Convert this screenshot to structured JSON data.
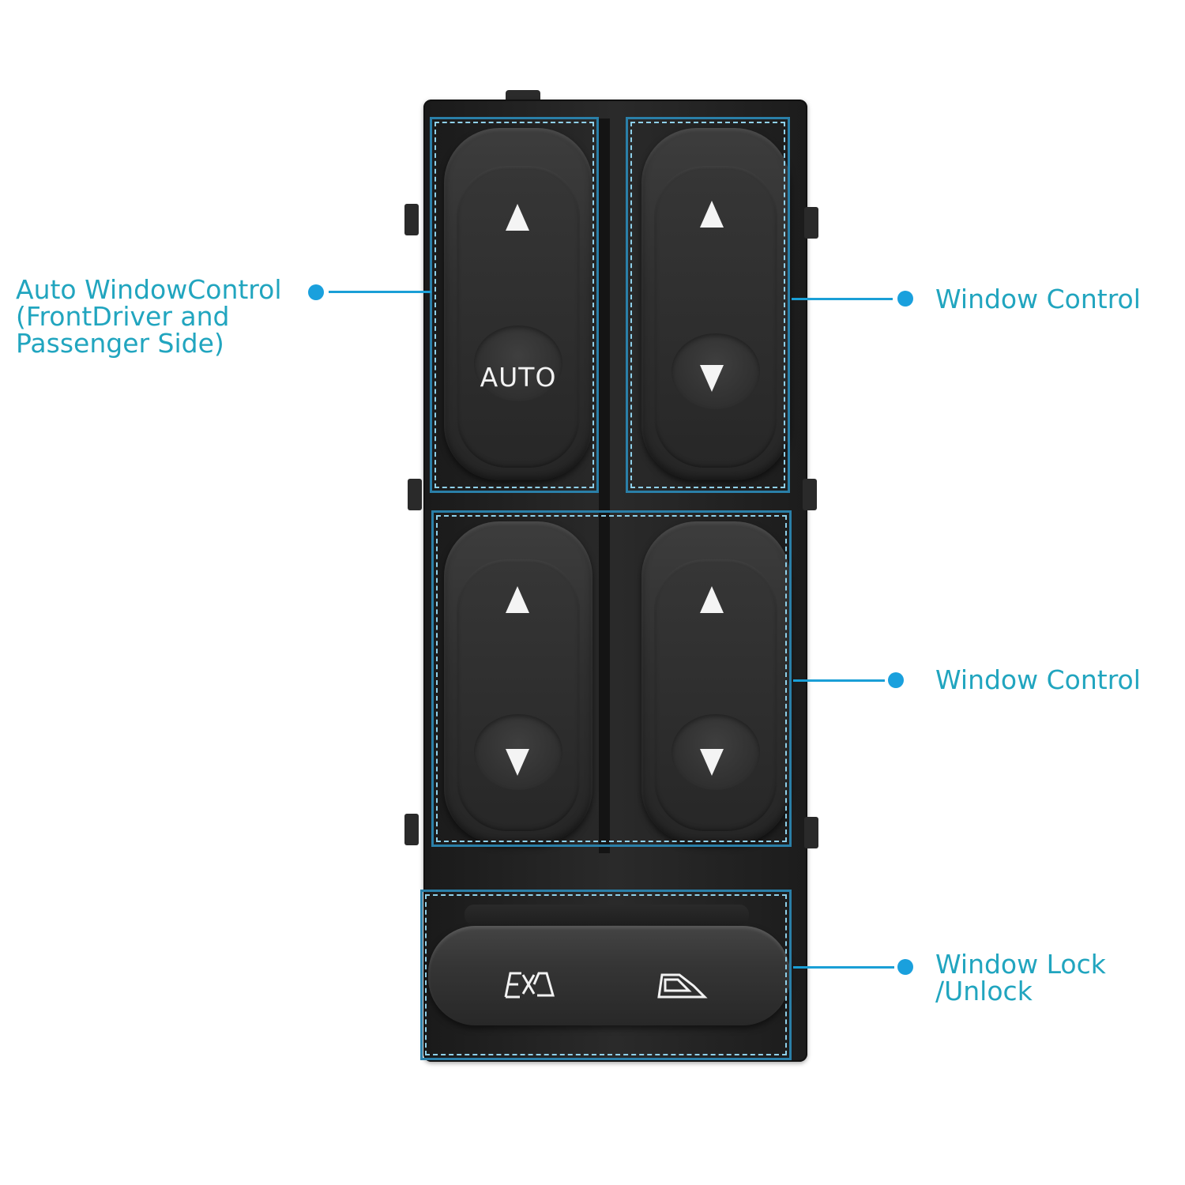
{
  "callouts": {
    "auto_window": {
      "lines": [
        "Auto WindowControl",
        "(FrontDriver and",
        "Passenger Side)"
      ]
    },
    "front_window": {
      "lines": [
        "Window Control"
      ]
    },
    "rear_window": {
      "lines": [
        "Window Control"
      ]
    },
    "window_lock": {
      "lines": [
        "Window Lock",
        "/Unlock"
      ]
    }
  },
  "switch": {
    "auto_label": "AUTO",
    "up_icon": "up-arrow-icon",
    "down_icon": "down-arrow-icon",
    "lock_icon": "window-lock-icon",
    "unlock_icon": "window-unlock-icon"
  },
  "colors": {
    "callout_text": "#21a5bf",
    "leader": "#1a9fd6",
    "switch_body": "#2a2a2a"
  }
}
